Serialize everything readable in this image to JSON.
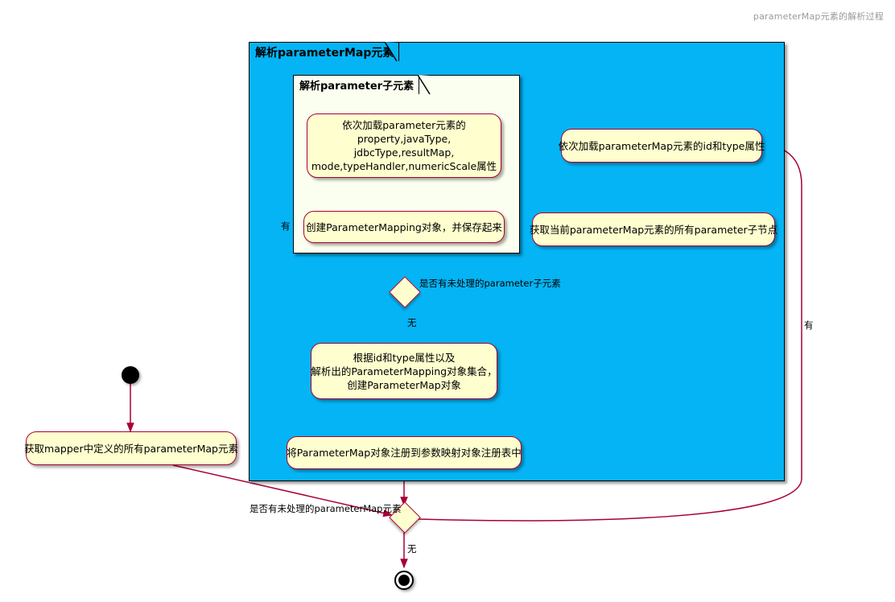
{
  "diagram": {
    "title": "parameterMap元素的解析过程",
    "type": "uml-activity-diagram",
    "colors": {
      "partition_outer_fill": "#04B4F4",
      "partition_inner_fill": "#FBFFEF",
      "activity_fill": "#FEFECE",
      "activity_border": "#A80036",
      "edge_color": "#A80036",
      "title_color": "#9a9a9a",
      "node_color": "#000000"
    }
  },
  "partitions": {
    "outer": {
      "label": "解析parameterMap元素"
    },
    "inner": {
      "label": "解析parameter子元素"
    }
  },
  "nodes": {
    "start": {
      "name": "start-node"
    },
    "get_all_parameter_maps": {
      "lines": [
        "获取mapper中定义的所有parameterMap元素"
      ]
    },
    "load_parameter_map_attrs": {
      "lines": [
        "依次加载parameterMap元素的id和type属性"
      ]
    },
    "get_parameter_children": {
      "lines": [
        "获取当前parameterMap元素的所有parameter子节点"
      ]
    },
    "load_parameter_attrs": {
      "lines": [
        "依次加载parameter元素的",
        "property,javaType,",
        "jdbcType,resultMap,",
        "mode,typeHandler,numericScale属性"
      ]
    },
    "create_parameter_mapping": {
      "lines": [
        "创建ParameterMapping对象，并保存起来"
      ]
    },
    "create_parameter_map": {
      "lines": [
        "根据id和type属性以及",
        "解析出的ParameterMapping对象集合，",
        "创建ParameterMap对象"
      ]
    },
    "register_parameter_map": {
      "lines": [
        "将ParameterMap对象注册到参数映射对象注册表中"
      ]
    },
    "decision_parameter": {
      "name": "decision-parameter-child"
    },
    "decision_parameter_map": {
      "name": "decision-parameter-map"
    },
    "end": {
      "name": "end-node"
    }
  },
  "edge_labels": {
    "decision_parameter_question": "是否有未处理的parameter子元素",
    "decision_parameter_yes": "有",
    "decision_parameter_no": "无",
    "decision_parameter_map_question": "是否有未处理的parameterMap元素",
    "decision_parameter_map_yes": "有",
    "decision_parameter_map_no": "无"
  }
}
